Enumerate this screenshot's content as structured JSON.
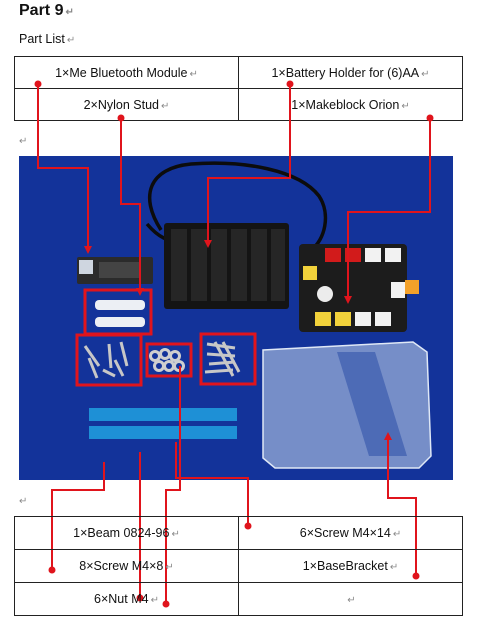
{
  "document": {
    "title": "Part 9",
    "subtitle": "Part List",
    "paragraph_mark": "↵",
    "top_table": [
      [
        "1×Me Bluetooth Module",
        "1×Battery Holder for (6)AA"
      ],
      [
        "2×Nylon Stud",
        "1×Makeblock Orion"
      ]
    ],
    "bottom_table": [
      [
        "1×Beam 0824-96",
        "6×Screw M4×14"
      ],
      [
        "8×Screw M4×8",
        "1×BaseBracket"
      ],
      [
        "6×Nut M4",
        ""
      ]
    ]
  },
  "colors": {
    "photo_background": "#13339a",
    "leader": "#e0141c",
    "table_border": "#222222",
    "battery_holder": "#141414",
    "beam": "#1e90d6",
    "bracket": "#b9cbe8"
  }
}
